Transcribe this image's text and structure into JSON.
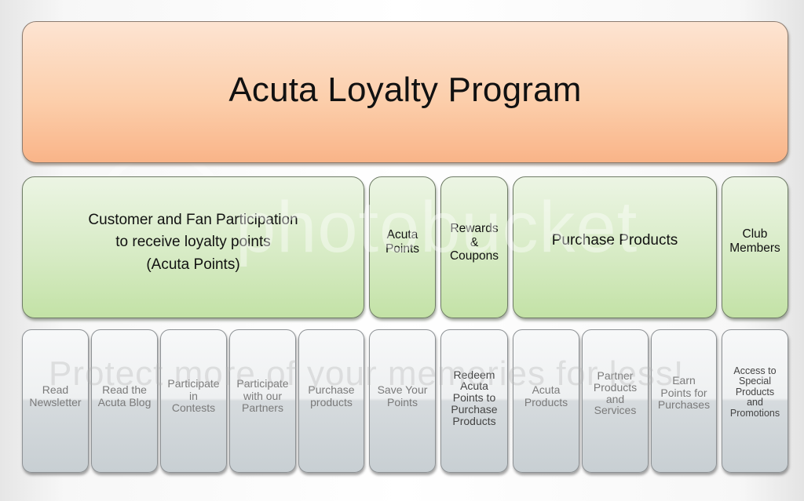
{
  "diagram": {
    "title": "Acuta Loyalty Program",
    "colors": {
      "top_box": "#fccfac",
      "category_box": "#d7ebc5",
      "item_box": "#eef0f1",
      "border": "#8b7b6f"
    },
    "categories": [
      {
        "label": "Customer and Fan Participation\nto receive loyalty points\n(Acuta Points)"
      },
      {
        "label": "Acuta\nPoints"
      },
      {
        "label": "Rewards\n&\nCoupons"
      },
      {
        "label": "Purchase Products"
      },
      {
        "label": "Club\nMembers"
      }
    ],
    "items": [
      {
        "label": "Read\nNewsletter",
        "category": "Customer and Fan Participation"
      },
      {
        "label": "Read the\nAcuta Blog",
        "category": "Customer and Fan Participation"
      },
      {
        "label": "Participate\nin\nContests",
        "category": "Customer and Fan Participation"
      },
      {
        "label": "Participate\nwith our\nPartners",
        "category": "Customer and Fan Participation"
      },
      {
        "label": "Purchase\nproducts",
        "category": "Customer and Fan Participation"
      },
      {
        "label": "Save Your\nPoints",
        "category": "Acuta Points"
      },
      {
        "label": "Redeem\nAcuta\nPoints to\nPurchase\nProducts",
        "category": "Rewards & Coupons"
      },
      {
        "label": "Acuta\nProducts",
        "category": "Purchase Products"
      },
      {
        "label": "Partner\nProducts\nand\nServices",
        "category": "Purchase Products"
      },
      {
        "label": "Earn\nPoints for\nPurchases",
        "category": "Purchase Products"
      },
      {
        "label": "Access to\nSpecial\nProducts\nand\nPromotions",
        "category": "Club Members"
      }
    ]
  },
  "watermark": {
    "brand": "photobucket",
    "banner": "Protect more of your memories for less!"
  }
}
